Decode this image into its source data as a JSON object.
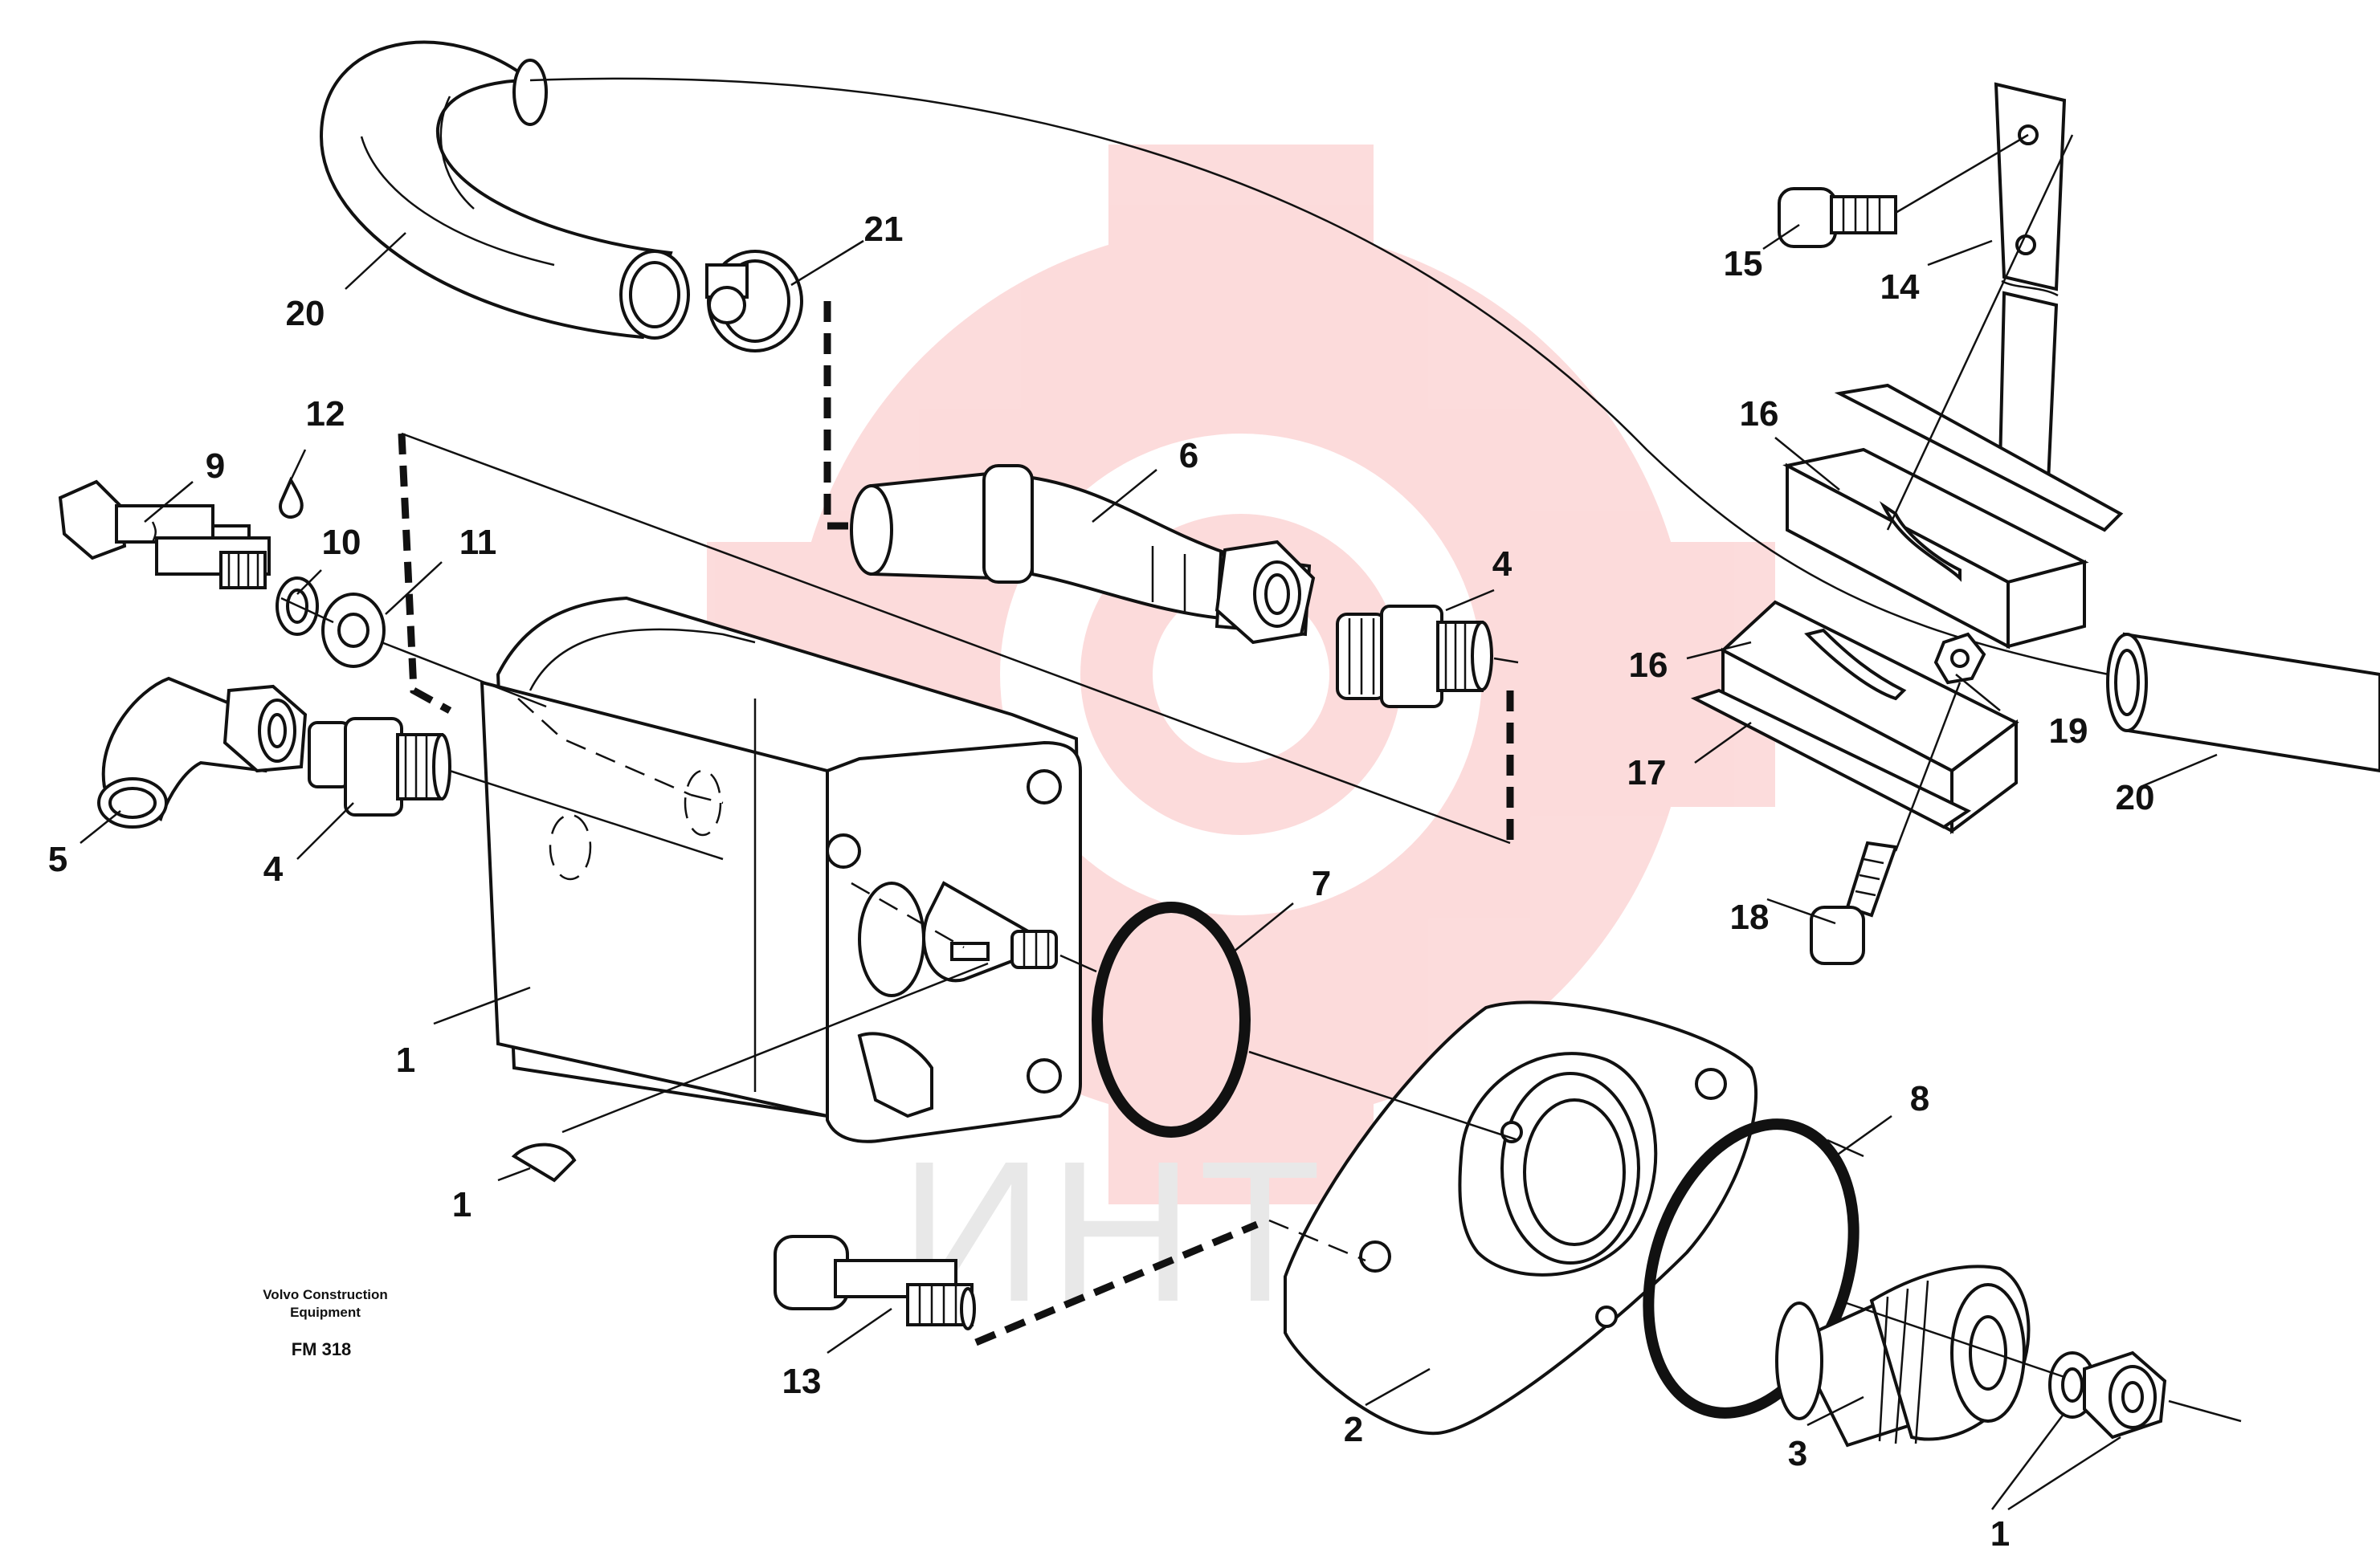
{
  "figure": {
    "credit_line1": "Volvo Construction",
    "credit_line2": "Equipment",
    "code": "FM 318",
    "watermark_text": "ИНТЕХ",
    "watermark_color": "#ee3030"
  },
  "callouts": [
    "20",
    "21",
    "15",
    "14",
    "16",
    "12",
    "9",
    "10",
    "11",
    "6",
    "4",
    "16",
    "19",
    "17",
    "20",
    "5",
    "4",
    "7",
    "18",
    "1",
    "1",
    "8",
    "13",
    "2",
    "3",
    "1"
  ],
  "parts": [
    "1",
    "2",
    "3",
    "4",
    "5",
    "6",
    "7",
    "8",
    "9",
    "10",
    "11",
    "12",
    "13",
    "14",
    "15",
    "16",
    "17",
    "18",
    "19",
    "20",
    "21"
  ]
}
